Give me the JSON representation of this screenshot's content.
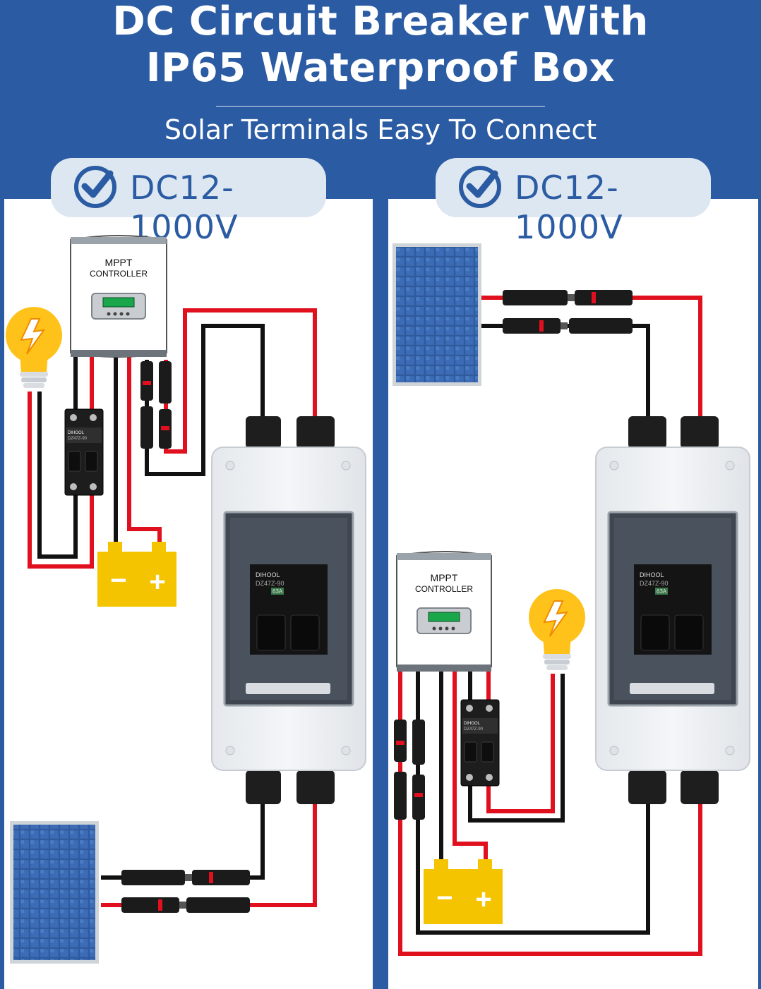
{
  "header": {
    "title_line1": "DC Circuit Breaker With",
    "title_line2": "IP65 Waterproof Box",
    "subtitle": "Solar Terminals Easy To Connect"
  },
  "badges": {
    "left": "DC12-1000V",
    "right": "DC12-1000V"
  },
  "controller": {
    "line1": "MPPT",
    "line2": "CONTROLLER"
  },
  "breaker": {
    "brand": "DIHOOL",
    "model": "DZ47Z-90",
    "rating": "63A"
  },
  "battery": {
    "minus": "−",
    "plus": "+"
  },
  "colors": {
    "header_blue": "#2a5ba3",
    "wire_red": "#e0101e",
    "wire_black": "#111111",
    "battery_yellow": "#f5c400",
    "bulb_yellow": "#ffc21a",
    "bolt_orange": "#f08a00"
  },
  "icons": {
    "badge": "check-circle-icon",
    "bulb": "lightbulb-bolt-icon",
    "battery": "battery-icon"
  }
}
